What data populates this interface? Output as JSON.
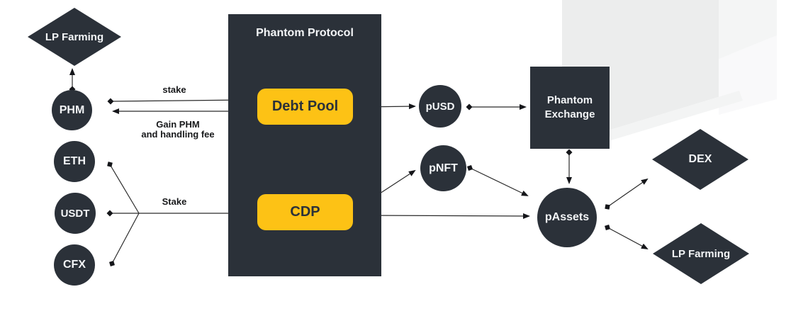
{
  "colors": {
    "node_dark": "#2B3139",
    "accent_yellow": "#FDC215",
    "node_text": "#F3F5F7",
    "label_text": "#17181A",
    "line": "#2b2b2b",
    "decor_gray": "#ECEDED"
  },
  "nodes": {
    "lp_farming_left": "LP Farming",
    "phm": "PHM",
    "eth": "ETH",
    "usdt": "USDT",
    "cfx": "CFX",
    "phantom_protocol": "Phantom Protocol",
    "debt_pool": "Debt Pool",
    "cdp": "CDP",
    "pusd": "pUSD",
    "pnft": "pNFT",
    "phantom_exchange": "Phantom\nExchange",
    "passets": "pAssets",
    "dex": "DEX",
    "lp_farming_right": "LP Farming"
  },
  "edge_labels": {
    "stake_phm": "stake",
    "gain_phm": "Gain PHM\nand handling fee",
    "stake_collateral": "Stake"
  }
}
